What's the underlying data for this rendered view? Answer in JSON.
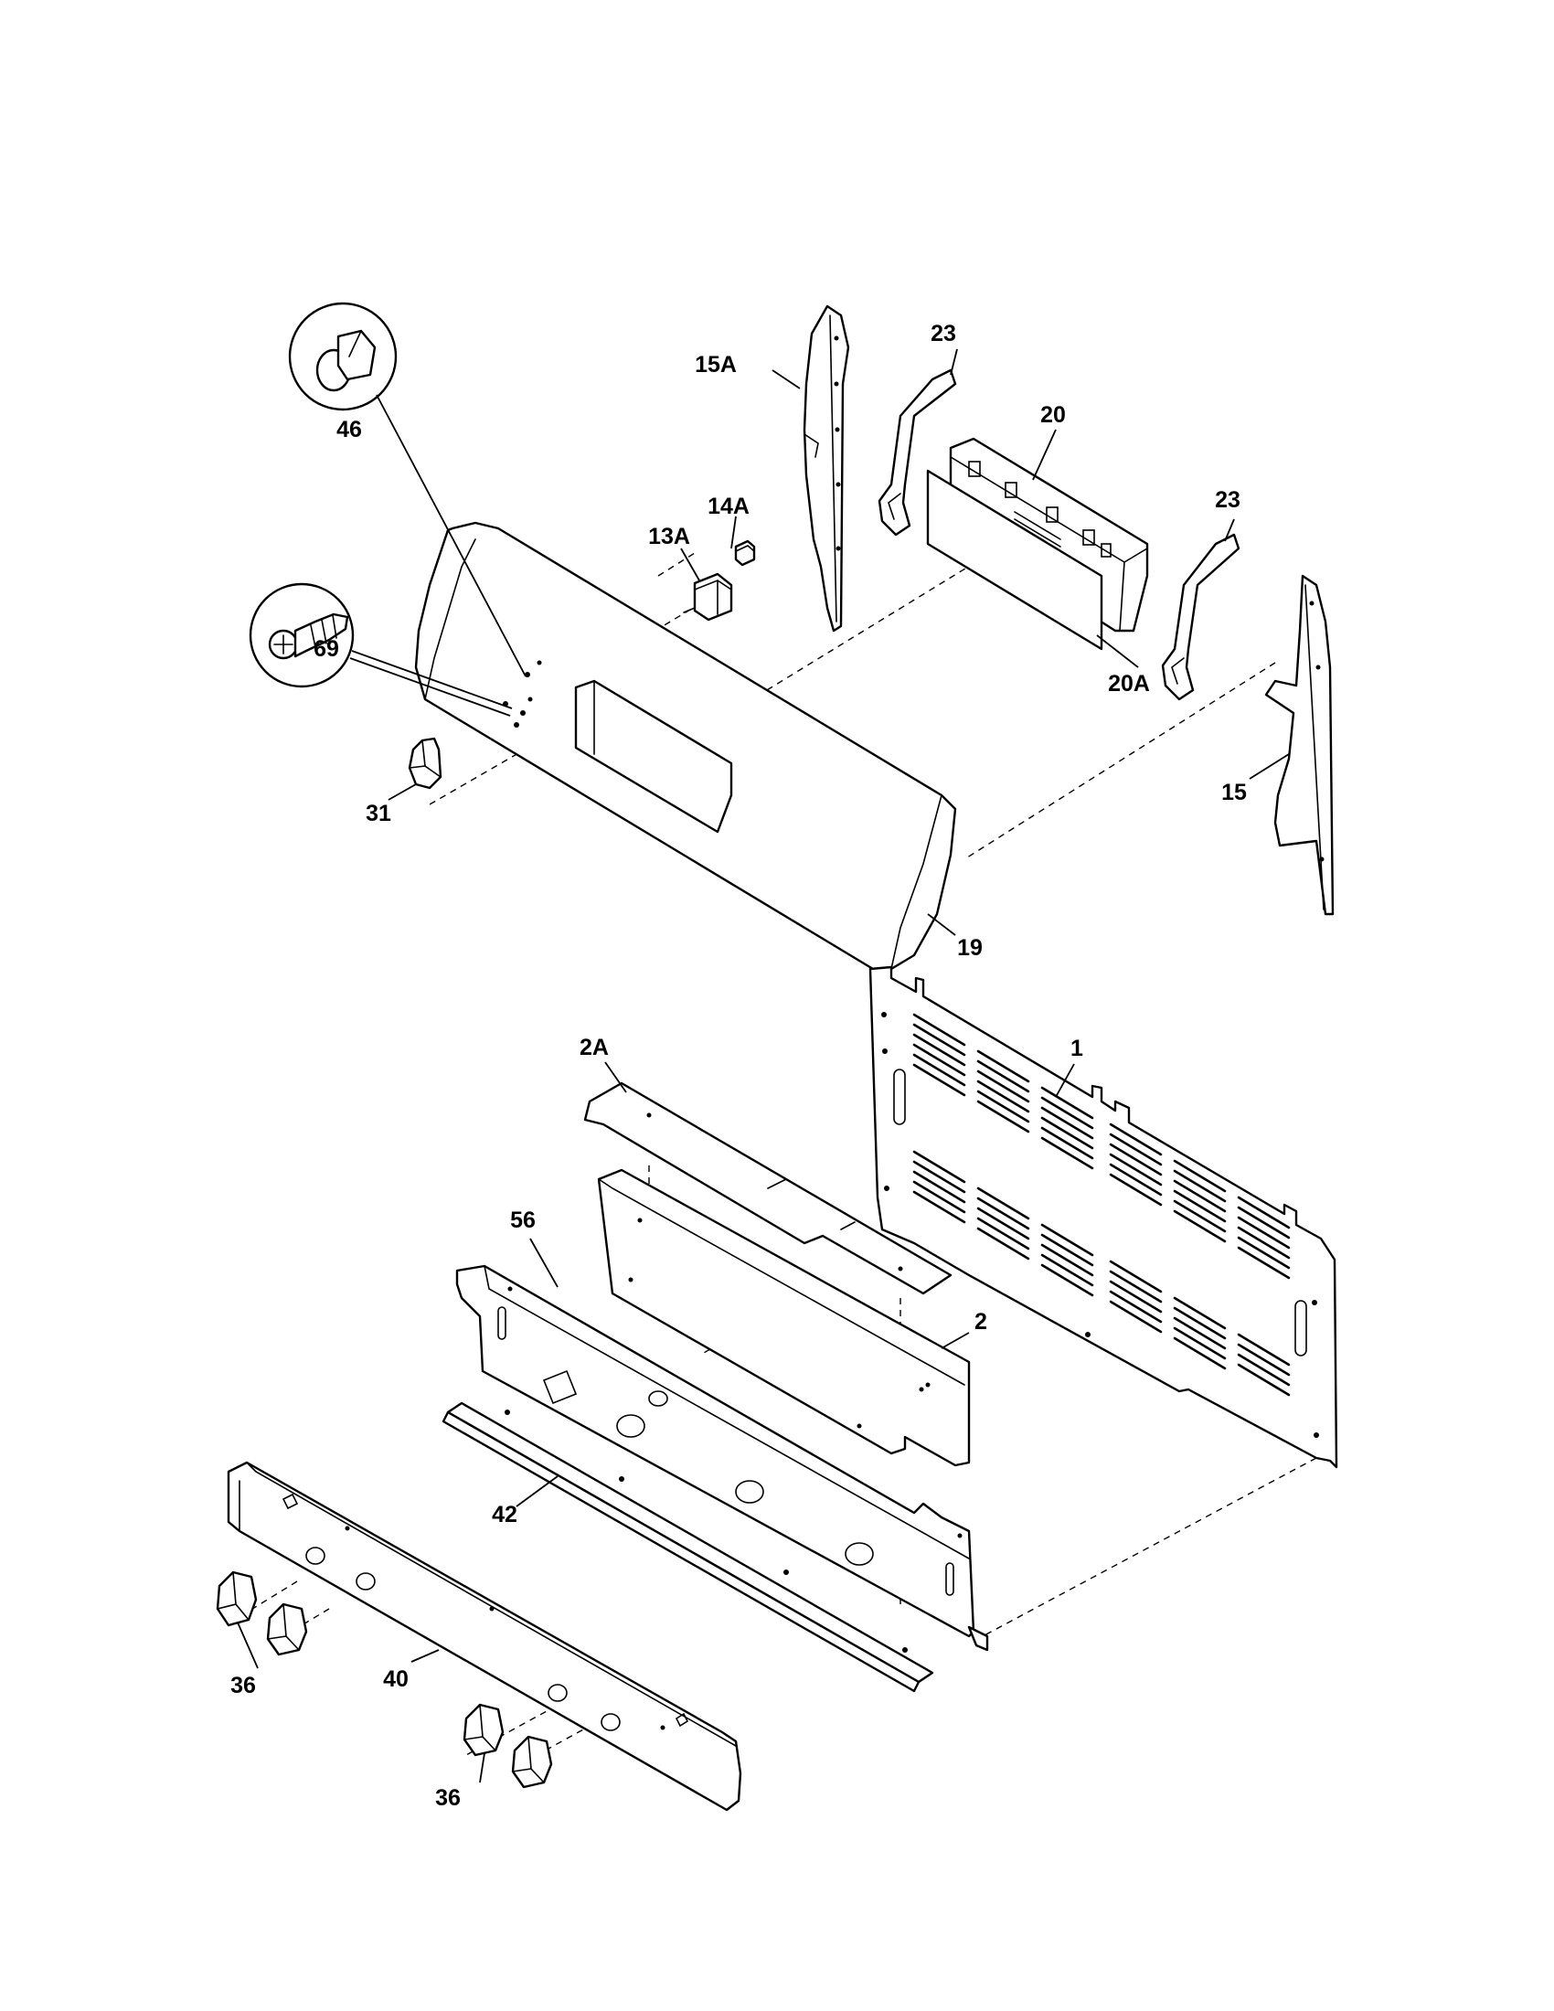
{
  "diagram": {
    "callouts": {
      "p1": "1",
      "p2": "2",
      "p2a": "2A",
      "p13a": "13A",
      "p14a": "14A",
      "p15": "15",
      "p15a": "15A",
      "p19": "19",
      "p20": "20",
      "p20a": "20A",
      "p23_left": "23",
      "p23_right": "23",
      "p31": "31",
      "p36_left": "36",
      "p36_right": "36",
      "p40": "40",
      "p42": "42",
      "p46": "46",
      "p56": "56",
      "p69": "69"
    }
  }
}
